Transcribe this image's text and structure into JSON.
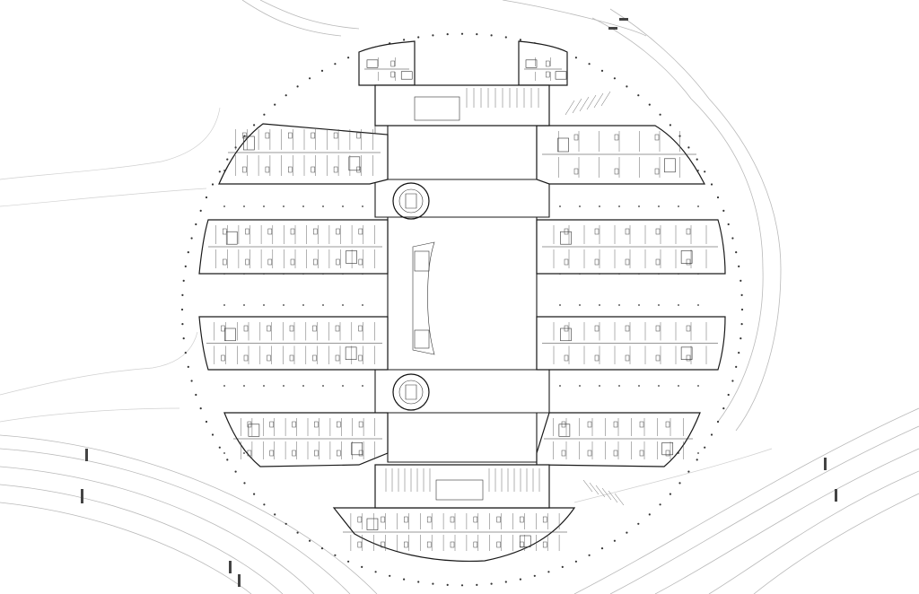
{
  "diagram": {
    "type": "architectural-floor-plan",
    "parts": {
      "site": "site-context",
      "boundary": "circular-site-boundary",
      "spine": "central-atrium-spine",
      "wings": [
        "wing-north-left-tower",
        "wing-north-right-tower",
        "wing-left-1",
        "wing-right-1",
        "wing-left-2",
        "wing-right-2",
        "wing-left-3",
        "wing-right-3",
        "wing-left-4",
        "wing-right-4",
        "wing-south-block"
      ],
      "cores": [
        "stair-core-north",
        "stair-core-south"
      ]
    }
  },
  "style": {
    "background": "#ffffff",
    "line": "#1a1a1a",
    "context_line": "#b9b9b9"
  }
}
